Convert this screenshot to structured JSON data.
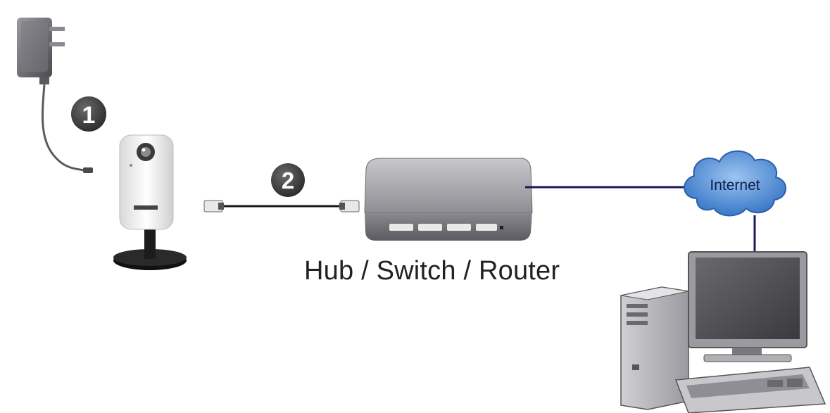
{
  "diagram": {
    "steps": [
      {
        "number": "1"
      },
      {
        "number": "2"
      }
    ],
    "router_label": "Hub / Switch / Router",
    "cloud_label": "Internet",
    "colors": {
      "badge": "#3a3a3a",
      "router_body": "#8a8a8e",
      "ethernet_line": "#1a1a5a",
      "cloud": "#3f7fd0",
      "monitor_frame": "#7a7a7e"
    },
    "icons": [
      "power-adapter-icon",
      "ip-camera-icon",
      "ethernet-cable-icon",
      "router-icon",
      "internet-cloud-icon",
      "desktop-computer-icon"
    ]
  }
}
